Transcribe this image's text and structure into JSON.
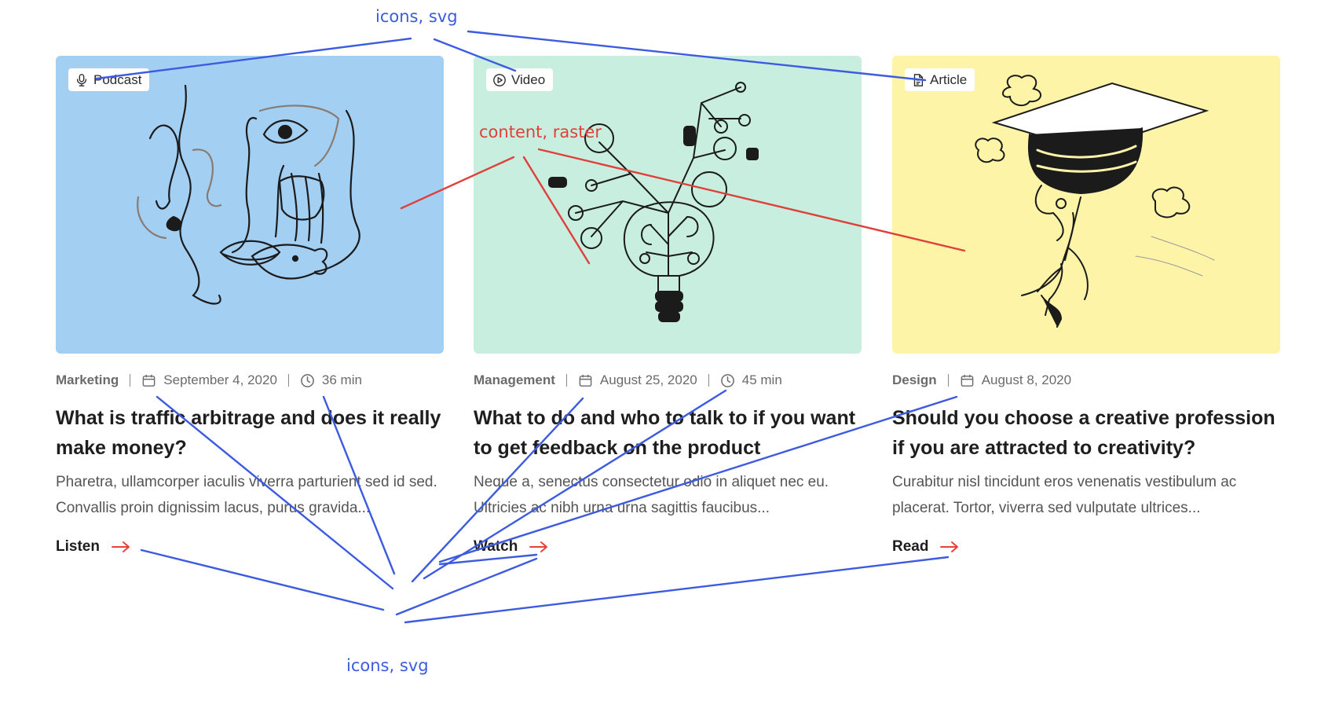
{
  "cards": [
    {
      "type_label": "Podcast",
      "type_icon": "microphone-icon",
      "bg_color": "#a3cff3",
      "category": "Marketing",
      "date": "September 4, 2020",
      "duration": "36 min",
      "title": "What is traffic arbitrage and does it really make money?",
      "excerpt": "Pharetra, ullamcorper iaculis viverra parturient sed id sed. Convallis proin dignissim lacus, purus gravida...",
      "cta": "Listen"
    },
    {
      "type_label": "Video",
      "type_icon": "play-circle-icon",
      "bg_color": "#c8eedf",
      "category": "Management",
      "date": "August 25, 2020",
      "duration": "45 min",
      "title": "What to do and who to talk to if you want to get feedback on the product",
      "excerpt": "Neque a, senectus consectetur odio in aliquet nec eu. Ultricies ac nibh urna urna sagittis faucibus...",
      "cta": "Watch"
    },
    {
      "type_label": "Article",
      "type_icon": "document-icon",
      "bg_color": "#fdf4a8",
      "category": "Design",
      "date": "August 8, 2020",
      "duration": "",
      "title": "Should you choose a creative profession if you are attracted to creativity?",
      "excerpt": "Curabitur nisl tincidunt eros venenatis vestibulum ac placerat. Tortor, viverra sed vulputate ultrices...",
      "cta": "Read"
    }
  ],
  "colors": {
    "accent_arrow": "#e8413b",
    "annotation_blue": "#3c5be0",
    "annotation_red": "#e0403c"
  },
  "annotations": {
    "top_label": "icons, svg",
    "middle_label": "content, raster",
    "bottom_label": "icons, svg"
  }
}
